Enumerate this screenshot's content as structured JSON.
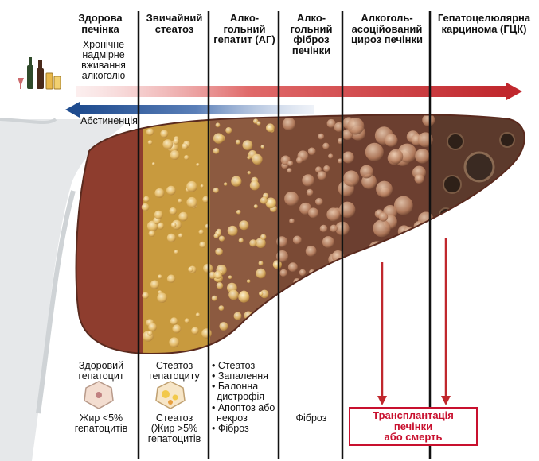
{
  "colors": {
    "liver_healthy": "#8e3d2e",
    "liver_steatosis": "#c89a3e",
    "liver_hepatitis": "#8c5a40",
    "liver_fibrosis": "#7a4a35",
    "liver_cirrhosis": "#6c3f30",
    "red_arrow": "#c0272d",
    "blue_arrow": "#1f4c8f",
    "outcome": "#c8102e"
  },
  "stages": [
    {
      "title_lines": [
        "Здорова",
        "печінка"
      ]
    },
    {
      "title_lines": [
        "Звичайний",
        "стеатоз"
      ]
    },
    {
      "title_lines": [
        "Алко-",
        "гольний",
        "гепатит (АГ)"
      ]
    },
    {
      "title_lines": [
        "Алко-",
        "гольний",
        "фіброз",
        "печінки"
      ]
    },
    {
      "title_lines": [
        "Алкоголь-",
        "асоційований",
        "цироз печінки"
      ]
    },
    {
      "title_lines": [
        "Гепатоцелюлярна",
        "карцинома (ГЦК)"
      ]
    }
  ],
  "arrows": {
    "forward_lines": [
      "Хронічне",
      "надмірне",
      "вживання",
      "алкоголю"
    ],
    "backward": "Абстиненція"
  },
  "cells": {
    "healthy_lines": [
      "Здоровий",
      "гепатоцит"
    ],
    "healthy_fat_lines": [
      "Жир <5%",
      "гепатоцитів"
    ],
    "steatosis_lines": [
      "Стеатоз",
      "гепатоциту"
    ],
    "steatosis_fat_lines": [
      "Стеатоз",
      "(Жир >5%",
      "гепатоцитів"
    ],
    "hepatitis_items": [
      "• Стеатоз",
      "• Запалення",
      "• Балонна",
      "дистрофія",
      "• Апоптоз або",
      "некроз",
      "• Фіброз"
    ],
    "fibrosis": "Фіброз"
  },
  "outcome_lines": [
    "Трансплантація печінки",
    "або смерть"
  ]
}
